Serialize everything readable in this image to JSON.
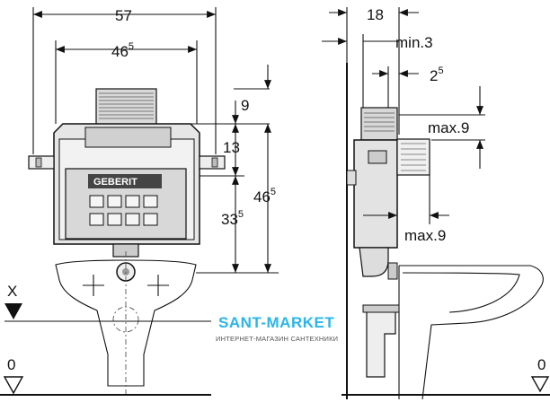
{
  "front_view": {
    "width_outer": "57",
    "width_inner_main": "46",
    "width_inner_sup": "5",
    "top_height": "9",
    "mid_height": "13",
    "lower_height_main": "33",
    "lower_height_sup": "5",
    "total_height_main": "46",
    "total_height_sup": "5",
    "marker_x": "X",
    "marker_zero": "0",
    "brand_plate": "GEBERIT"
  },
  "side_view": {
    "depth": "18",
    "min_label": "min.3",
    "offset_main": "2",
    "offset_sup": "5",
    "max_top": "max.9",
    "max_bottom": "max.9",
    "marker_zero": "0"
  },
  "watermark": {
    "title": "SANT-MARKET",
    "subtitle": "ИНТЕРНЕТ-МАГАЗИН САНТЕХНИКИ"
  }
}
